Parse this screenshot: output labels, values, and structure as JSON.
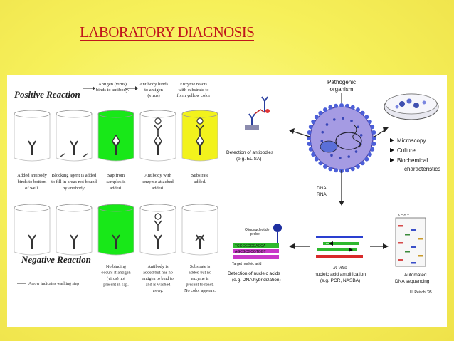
{
  "slide": {
    "title": "LABORATORY DIAGNOSIS"
  },
  "elisa": {
    "positive_title": "Positive Reaction",
    "negative_title": "Negative Reaction",
    "positive_headers": [
      [
        "Antigen (virus)",
        "binds to antibody."
      ],
      [
        "Antibody binds",
        "to antigen",
        "(virus)"
      ],
      [
        "Enzyme reacts",
        "with substrate to",
        "form yellow color"
      ]
    ],
    "positive_steps": [
      [
        "Added antibody",
        "binds to bottom",
        "of well."
      ],
      [
        "Blocking agent is added",
        "to fill in areas not bound",
        "by antibody."
      ],
      [
        "Sap from",
        "samples is",
        "added."
      ],
      [
        "Antibody with",
        "enzyme attached",
        "added."
      ],
      [
        "Substrate",
        "added."
      ]
    ],
    "negative_steps": [
      [
        "No binding",
        "occurs if antigen",
        "(virus) not",
        "present in sap."
      ],
      [
        "Antibody is",
        "added but has no",
        "antigen to bind to",
        "and is washed",
        "away."
      ],
      [
        "Substrate is",
        "added but no",
        "enzyme is",
        "present to react.",
        "No color appears."
      ]
    ],
    "footnote": "Arrow indicates washing step"
  },
  "diagnosis": {
    "center_label": [
      "Pathogenic",
      "organism"
    ],
    "antibody_label": [
      "Detection of antibodies",
      "(e.g. ELISA)"
    ],
    "culture_items": [
      "Microscopy",
      "Culture",
      "Biochemical",
      "characteristics"
    ],
    "dna_rna": [
      "DNA",
      "RNA"
    ],
    "probe_label": [
      "Oligonucleotide",
      "probe"
    ],
    "target_label": "Target nucleic acid",
    "probe_seq_top": "TCGCGCGCACCA",
    "probe_seq_bottom": "AGCGCGCGTGGT",
    "nucleic_label": [
      "Detection of nucleic acids",
      "(e.g. DNA hybridization)"
    ],
    "amplification_label": [
      "In vitro",
      "nucleic acid amplification",
      "(e.g. PCR, NASBA)"
    ],
    "sequencing_label": [
      "Automated",
      "DNA sequencing"
    ],
    "gel_letters": "A C G T",
    "credit": "U. Reischl '95"
  },
  "colors": {
    "title": "#c0161c",
    "well_green": "#18e818",
    "well_yellow": "#f2f21c",
    "organism": "#a59be3"
  }
}
